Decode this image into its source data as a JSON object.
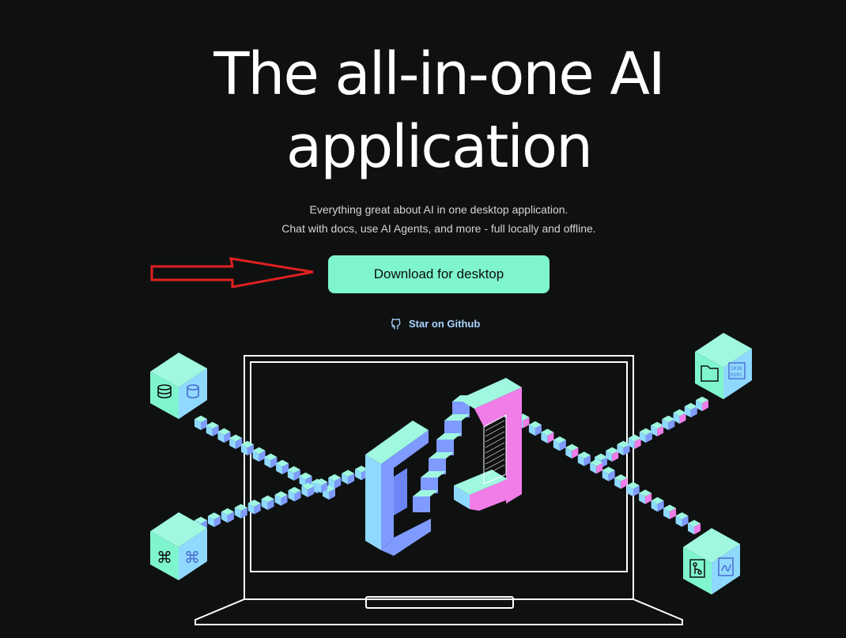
{
  "hero": {
    "title_line1": "The all-in-one AI",
    "title_line2": "application",
    "subtitle_line1": "Everything great about AI in one desktop application.",
    "subtitle_line2": "Chat with docs, use AI Agents, and more - full locally and offline."
  },
  "cta": {
    "download_label": "Download for desktop",
    "github_label": "Star on Github"
  },
  "illustration": {
    "tile_labels": [
      "1010",
      "0101"
    ]
  },
  "colors": {
    "background": "#0f1111",
    "accent": "#7ff5cf",
    "link": "#a9d4ff",
    "arrow": "#e02020",
    "cube_top": "#9ff8df",
    "cube_side": "#8fd9ff",
    "pink": "#f07de8",
    "blue": "#7f9bff"
  },
  "icons": {
    "annotation": "red-arrow-icon",
    "github": "github-icon",
    "database": "database-icon",
    "command": "command-icon",
    "folder": "folder-icon",
    "binary": "binary-file-icon",
    "git": "git-branch-icon",
    "pdf": "pdf-file-icon"
  }
}
